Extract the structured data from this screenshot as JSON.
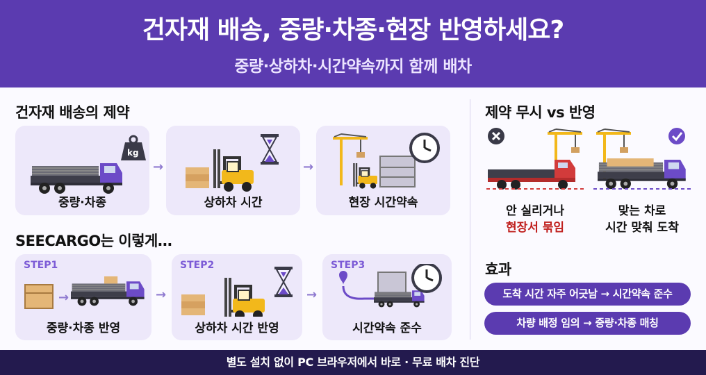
{
  "header": {
    "title": "건자재 배송, 중량·차종·현장 반영하세요?",
    "subtitle": "중량·상하차·시간약속까지 함께 배차"
  },
  "constraints": {
    "title": "건자재 배송의 제약",
    "cards": [
      {
        "label": "중량·차종",
        "badge": "kg",
        "icon": "truck-with-weight-icon"
      },
      {
        "label": "상하차 시간",
        "icon": "forklift-hourglass-icon"
      },
      {
        "label": "현장 시간약속",
        "icon": "construction-site-clock-icon"
      }
    ]
  },
  "solution": {
    "title": "SEECARGO는 이렇게…",
    "steps": [
      {
        "step": "STEP1",
        "label": "중량·차종 반영",
        "icon": "box-to-truck-icon"
      },
      {
        "step": "STEP2",
        "label": "상하차 시간 반영",
        "icon": "forklift-hourglass-icon"
      },
      {
        "step": "STEP3",
        "label": "시간약속 준수",
        "icon": "route-site-clock-icon"
      }
    ]
  },
  "compare": {
    "title": "제약 무시 vs 반영",
    "bad_line1": "안 실리거나",
    "bad_line2": "현장서 묶임",
    "good_line1": "맞는 차로",
    "good_line2": "시간 맞춰 도착"
  },
  "effects": {
    "title": "효과",
    "items": [
      "도착 시간 자주 어긋남 → 시간약속 준수",
      "차량 배정 임의 → 중량·차종 매칭"
    ]
  },
  "footer": {
    "text": "별도 설치 없이 PC 브라우저에서 바로 · 무료 배차 진단"
  },
  "colors": {
    "brand": "#5b3bb0",
    "footer_bg": "#231a4e",
    "card_bg": "#ede8fa",
    "warning_red": "#c0201e",
    "truck_red": "#d23b3b",
    "forklift_yellow": "#f2b81b"
  }
}
